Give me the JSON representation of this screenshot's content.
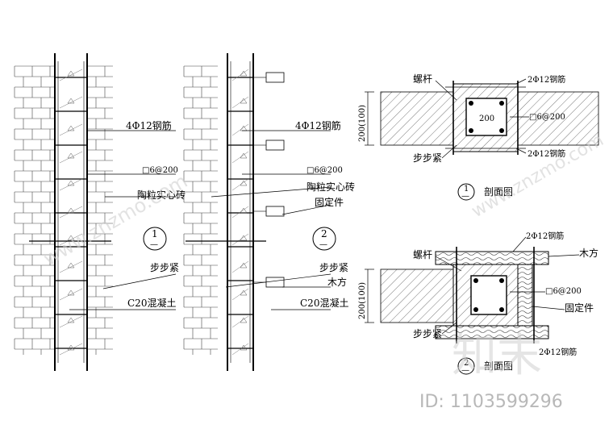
{
  "elevation_labels": {
    "rebar_4": "4Φ12钢筋",
    "stirrup": "□6@200",
    "brick": "陶粒实心砖",
    "fixer": "固定件",
    "bubujin": "步步紧",
    "wood": "木方",
    "concrete": "C20混凝土"
  },
  "markers": {
    "one": "1",
    "two": "2",
    "dash": "—"
  },
  "section1": {
    "bolt": "螺杆",
    "rebar_top": "2Φ12钢筋",
    "rebar_bottom": "2Φ12钢筋",
    "stirrup": "□6@200",
    "bubujin": "步步紧",
    "dim": "200(100)",
    "size": "200",
    "title": "剖面图"
  },
  "section2": {
    "bolt": "螺杆",
    "rebar_top": "2Φ12钢筋",
    "rebar_bottom": "2Φ12钢筋",
    "wood": "木方",
    "stirrup": "□6@200",
    "fixer": "固定件",
    "bubujin": "步步紧",
    "dim": "200(100)",
    "title": "剖面图"
  },
  "watermarks": {
    "site": "www.znzmo.com",
    "brand": "知末",
    "id": "ID: 1103599296"
  }
}
